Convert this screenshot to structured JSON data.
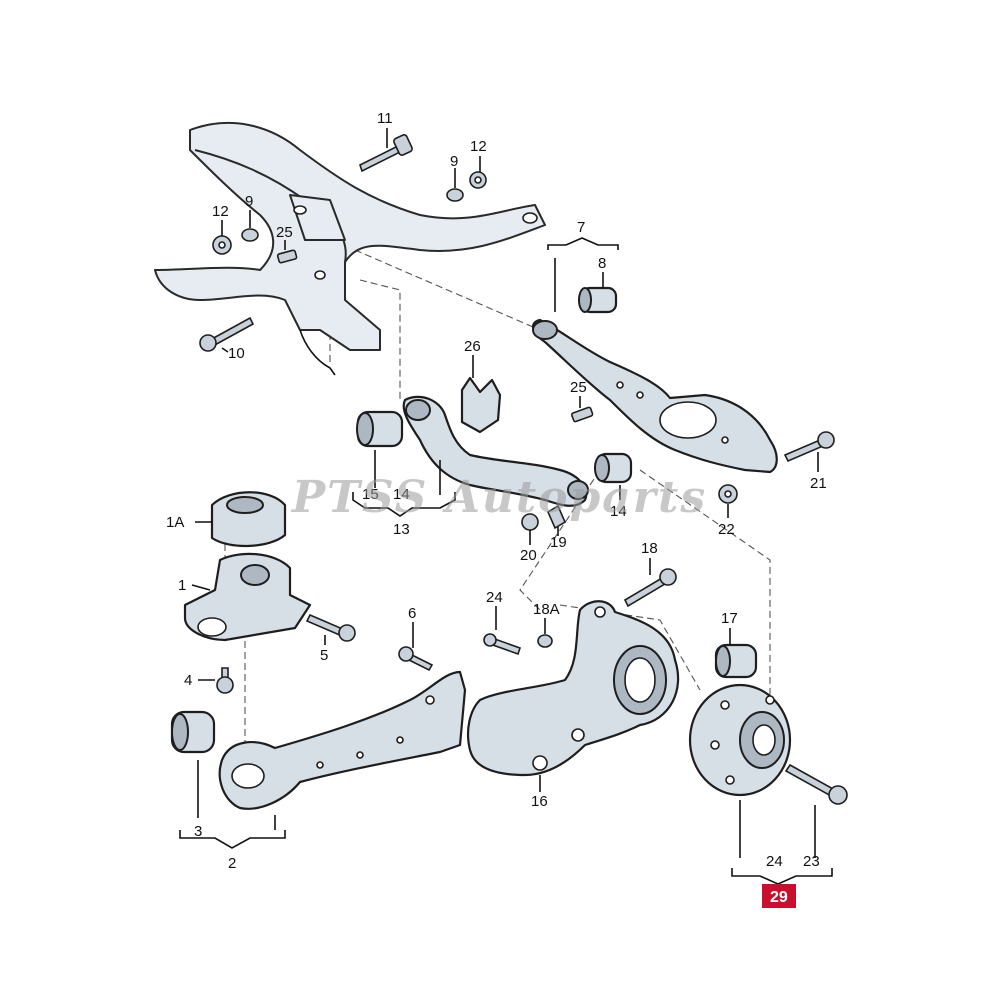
{
  "callouts": {
    "c1": "1",
    "c1a": "1A",
    "c2": "2",
    "c3": "3",
    "c4": "4",
    "c5": "5",
    "c6": "6",
    "c7": "7",
    "c8": "8",
    "c9a": "9",
    "c9b": "9",
    "c10": "10",
    "c11": "11",
    "c12a": "12",
    "c12b": "12",
    "c13": "13",
    "c14a": "14",
    "c14b": "14",
    "c15": "15",
    "c16": "16",
    "c17": "17",
    "c18": "18",
    "c18a": "18A",
    "c19": "19",
    "c20": "20",
    "c21": "21",
    "c22": "22",
    "c23": "23",
    "c24a": "24",
    "c24b": "24",
    "c25a": "25",
    "c25b": "25",
    "c26": "26",
    "c29": "29"
  },
  "watermark": "PTSS Autoparts",
  "colors": {
    "badge": "#c8102e",
    "part_fill": "#d6dee6",
    "line": "#1e1e1e"
  }
}
